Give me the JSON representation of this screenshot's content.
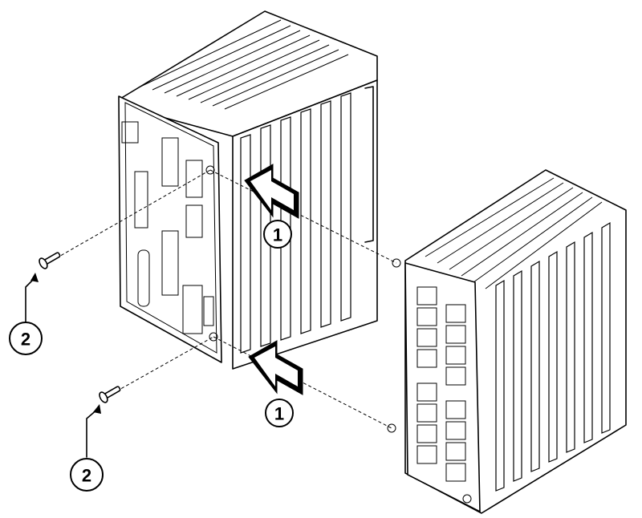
{
  "diagram": {
    "callouts": [
      {
        "id": "callout-1-upper",
        "label": "1"
      },
      {
        "id": "callout-1-lower",
        "label": "1"
      },
      {
        "id": "callout-2-left",
        "label": "2"
      },
      {
        "id": "callout-2-lower",
        "label": "2"
      }
    ],
    "colors": {
      "ink": "#000000",
      "paper": "#ffffff"
    }
  }
}
